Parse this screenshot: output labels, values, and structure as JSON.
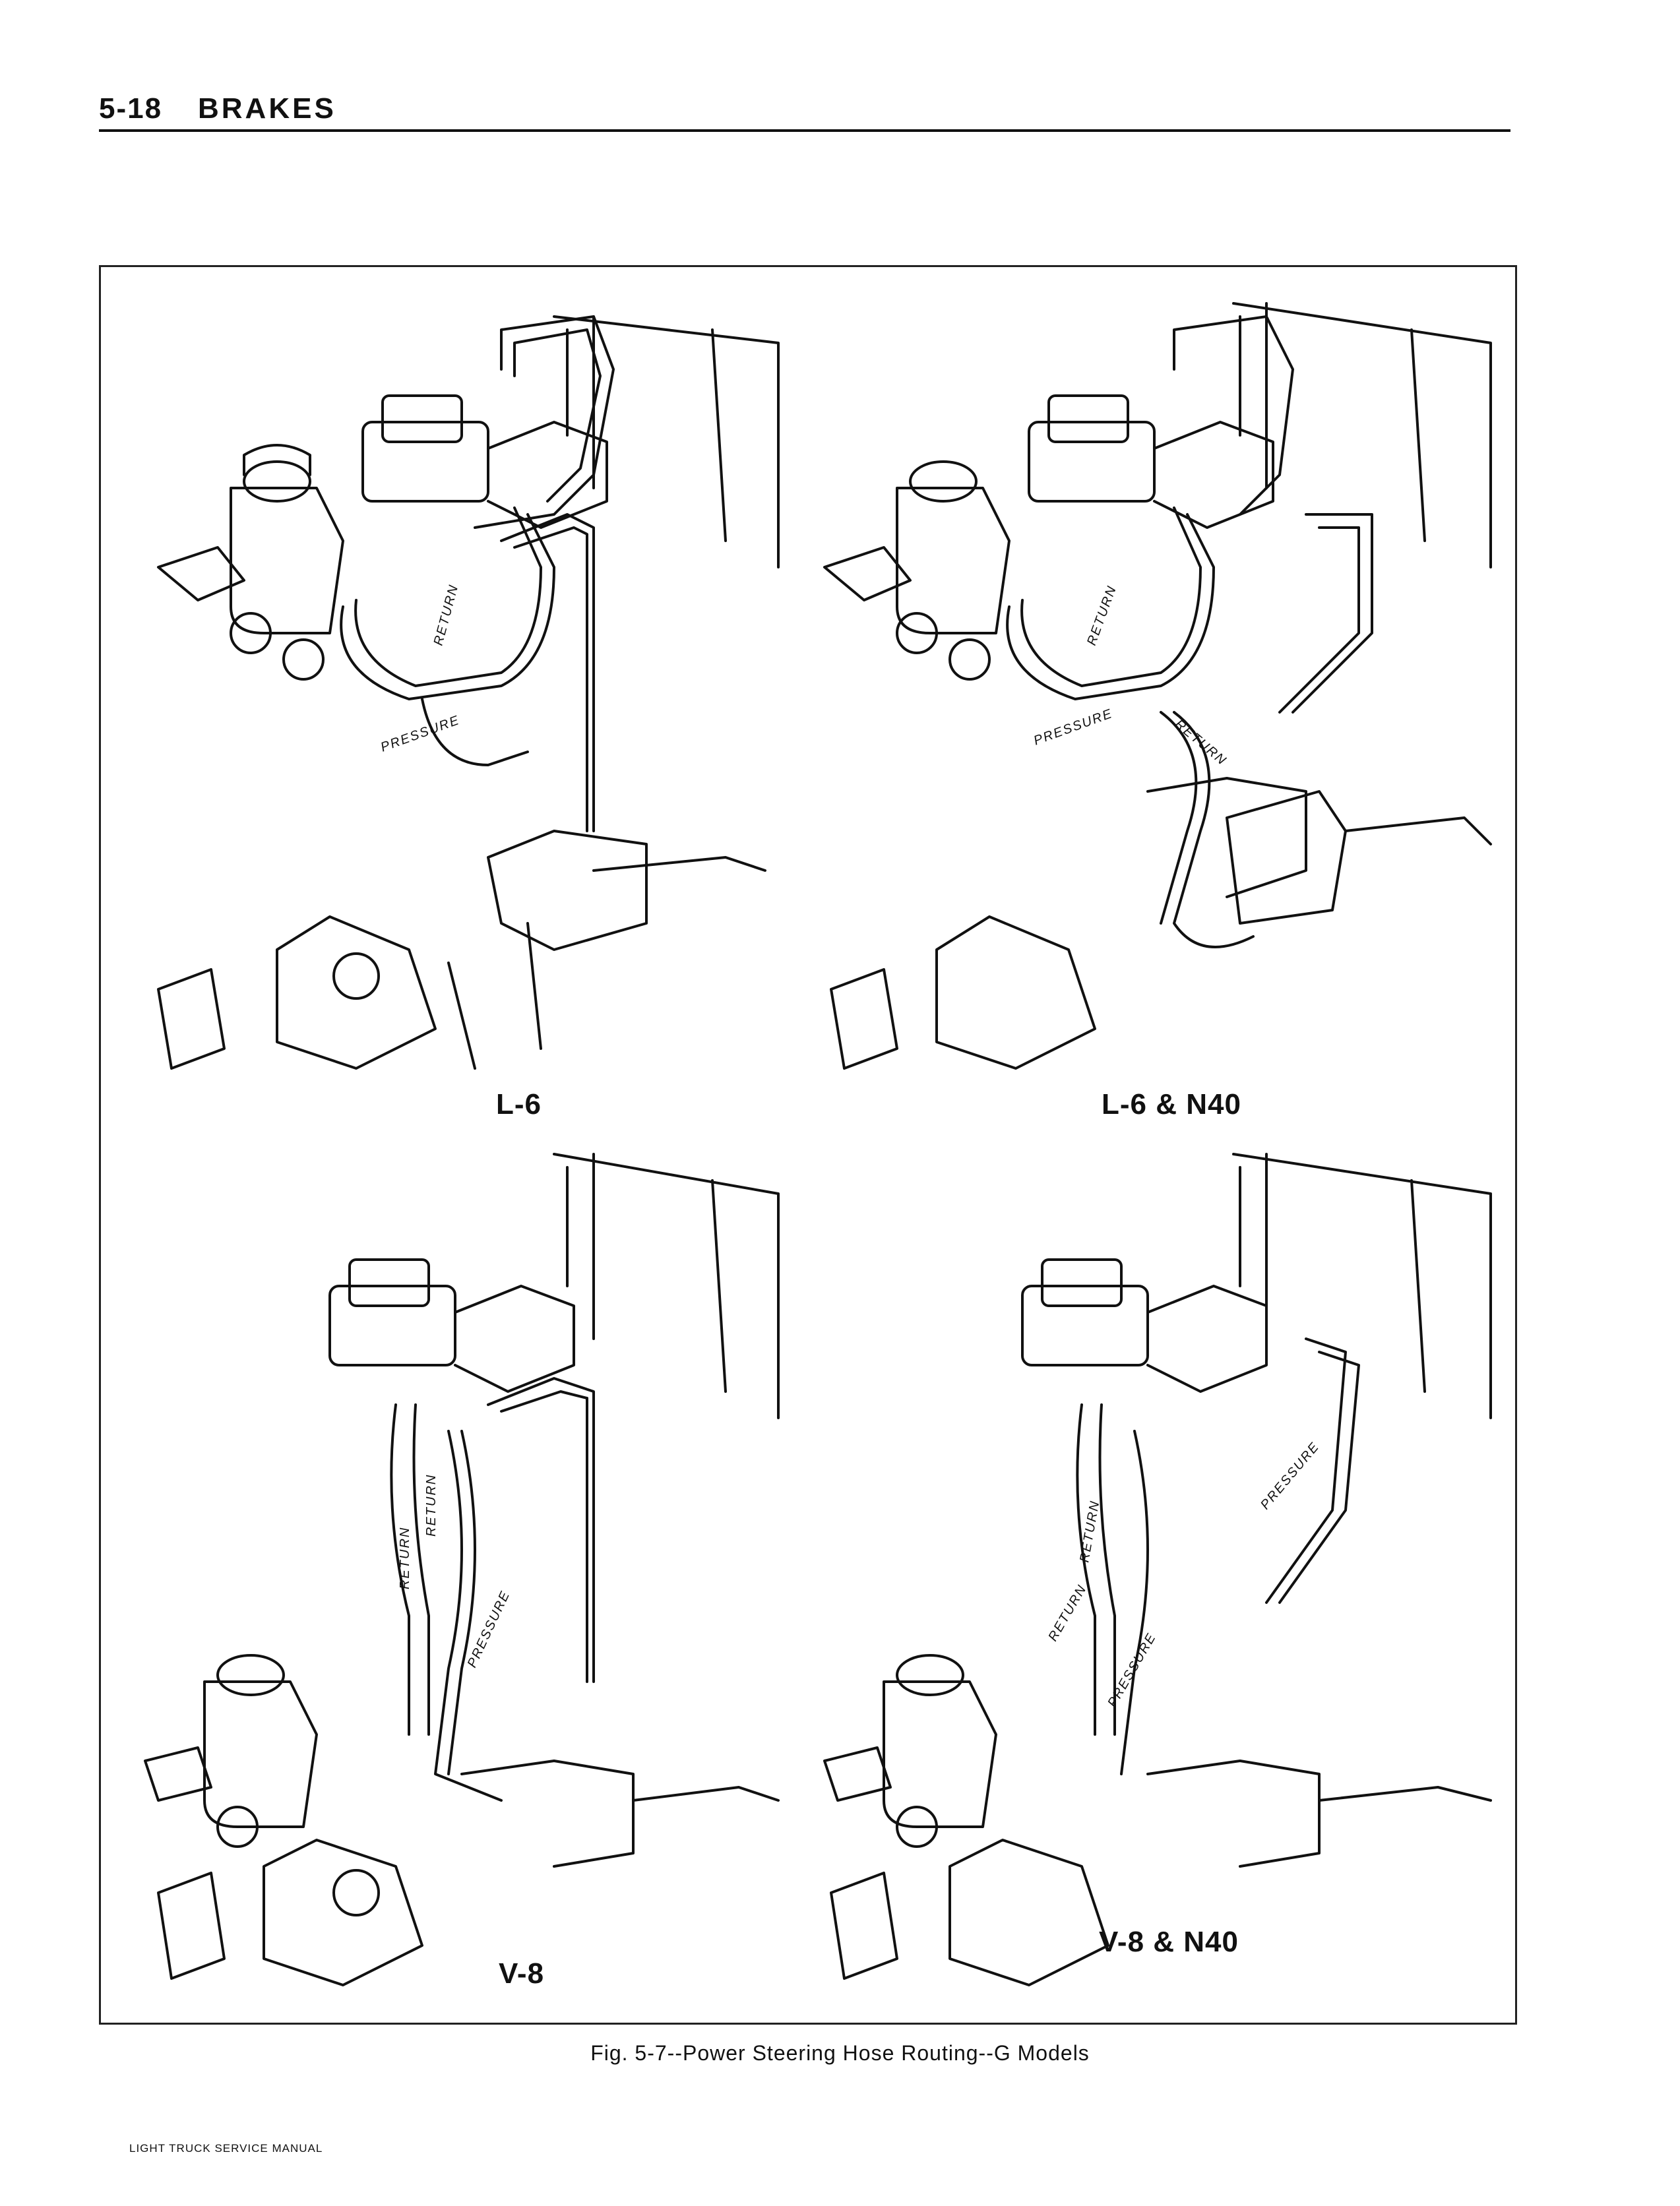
{
  "header": {
    "section_number": "5-18",
    "section_title": "BRAKES"
  },
  "figure": {
    "caption": "Fig. 5-7--Power Steering Hose Routing--G Models",
    "panels": [
      {
        "label": "L-6",
        "hose_labels": [
          "PRESSURE",
          "RETURN"
        ]
      },
      {
        "label": "L-6 & N40",
        "hose_labels": [
          "PRESSURE",
          "RETURN",
          "RETURN"
        ]
      },
      {
        "label": "V-8",
        "hose_labels": [
          "RETURN",
          "RETURN",
          "PRESSURE"
        ]
      },
      {
        "label": "V-8 & N40",
        "hose_labels": [
          "RETURN",
          "RETURN",
          "PRESSURE",
          "PRESSURE"
        ]
      }
    ]
  },
  "footer": {
    "text": "LIGHT TRUCK SERVICE MANUAL"
  }
}
